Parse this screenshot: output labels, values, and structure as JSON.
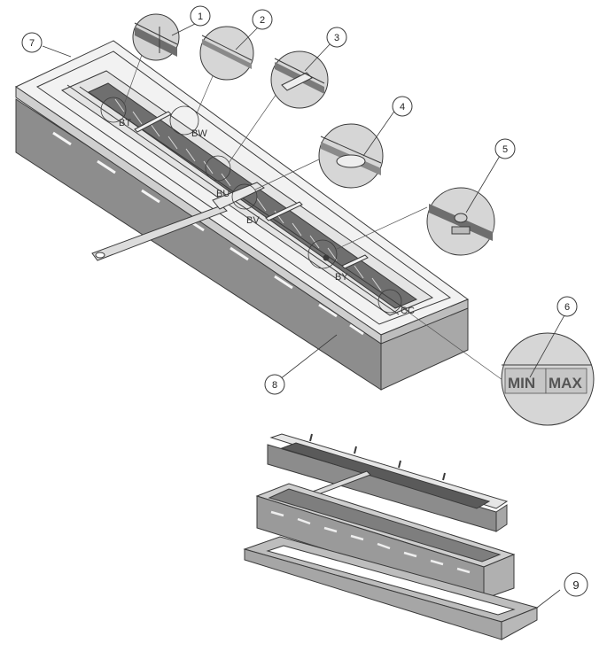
{
  "callouts": {
    "c1": "1",
    "c2": "2",
    "c3": "3",
    "c4": "4",
    "c5": "5",
    "c6": "6",
    "c7": "7",
    "c8": "8",
    "c9": "9"
  },
  "detail_labels": {
    "bt": "BT",
    "bw": "BW",
    "bu": "BU",
    "bv": "BV",
    "by": "BY",
    "cc": "CC"
  },
  "gauge": {
    "min": "MIN",
    "max": "MAX"
  },
  "colors": {
    "line": "#3a3a3a",
    "side_dark": "#8a8a8a",
    "side_mid": "#b4b4b4",
    "top_light": "#efefef",
    "zoom_fill": "#d6d6d6"
  }
}
